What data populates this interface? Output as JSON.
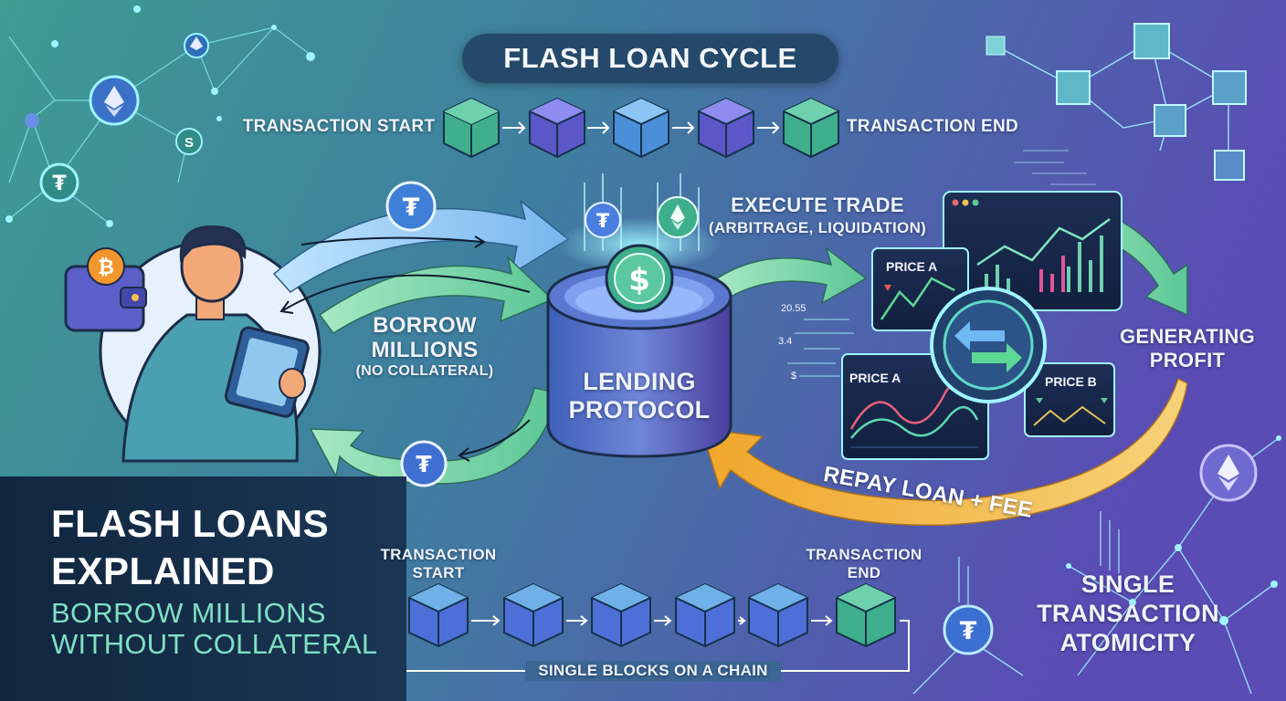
{
  "header": {
    "title": "FLASH LOAN CYCLE"
  },
  "top_chain": {
    "start_label": "TRANSACTION START",
    "end_label": "TRANSACTION END"
  },
  "flow": {
    "borrow_label_line1": "BORROW",
    "borrow_label_line2": "MILLIONS",
    "borrow_note": "(NO COLLATERAL)",
    "protocol_line1": "LENDING",
    "protocol_line2": "PROTOCOL",
    "execute_line1": "EXECUTE TRADE",
    "execute_line2": "(ARBITRAGE, LIQUIDATION)",
    "profit_line1": "GENERATING",
    "profit_line2": "PROFIT",
    "repay_label": "REPAY LOAN + FEE"
  },
  "price_panels": {
    "panel1": "PRICE A",
    "panel2": "PRICE A",
    "panel3": "PRICE B"
  },
  "side_numbers": [
    "20.55",
    "3.4",
    "$"
  ],
  "explainer": {
    "title_line1": "FLASH LOANS",
    "title_line2": "EXPLAINED",
    "subtitle_line1": "BORROW MILLIONS",
    "subtitle_line2": "WITHOUT COLLATERAL"
  },
  "bottom_chain": {
    "start_line1": "TRANSACTION",
    "start_line2": "START",
    "end_line1": "TRANSACTION",
    "end_line2": "END",
    "caption": "SINGLE BLOCKS ON A CHAIN"
  },
  "atomicity": {
    "line1": "SINGLE",
    "line2": "TRANSACTION",
    "line3": "ATOMICITY"
  },
  "coin_symbols": {
    "tether": "₮",
    "dollar": "$",
    "bitcoin": "₿",
    "ether": "◆"
  },
  "colors": {
    "bg_teal": "#3f9a93",
    "bg_purple": "#5a4cb4",
    "block_green": "#3fae8c",
    "block_blue": "#4f6fd8",
    "block_violet": "#5b57c8",
    "arrow_blue": "#8fc6f2",
    "arrow_green": "#7dd3a5",
    "arrow_gold": "#f0b43c",
    "panel_dark": "#13263d",
    "text_mint": "#7fe0c4"
  }
}
